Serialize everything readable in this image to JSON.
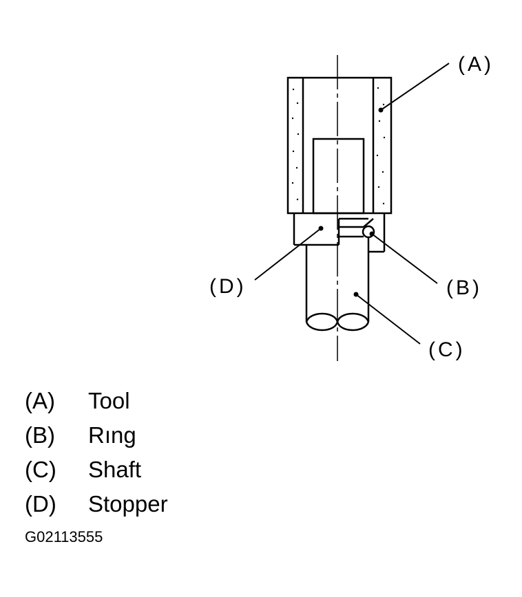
{
  "callouts": {
    "a": "(A)",
    "b": "(B)",
    "c": "(C)",
    "d": "(D)"
  },
  "legend": [
    {
      "key": "(A)",
      "label": "Tool"
    },
    {
      "key": "(B)",
      "label": "Rıng"
    },
    {
      "key": "(C)",
      "label": "Shaft"
    },
    {
      "key": "(D)",
      "label": "Stopper"
    }
  ],
  "figure_id": "G02113555"
}
